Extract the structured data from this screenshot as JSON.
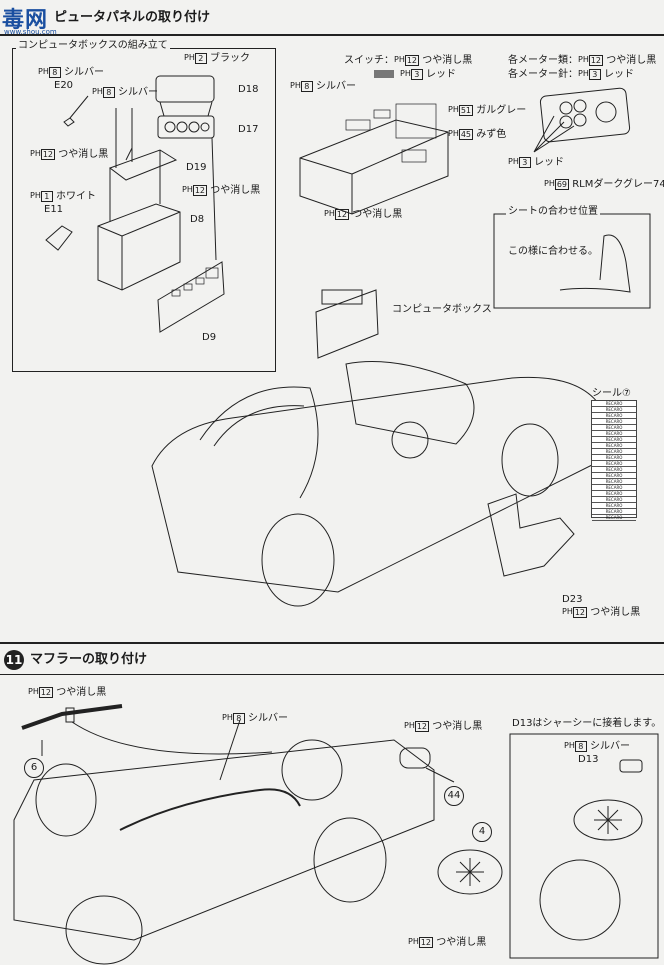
{
  "watermark": {
    "main": "毒网",
    "sub": "www.shou.com"
  },
  "section10": {
    "title": "ピュータパネルの取り付け",
    "sub_box_title": "コンピュータボックスの組み立て",
    "labels": {
      "black": "ブラック",
      "silver": "シルバー",
      "silver2": "シルバー",
      "matte_black_a": "つや消し黒",
      "matte_black_b": "つや消し黒",
      "white": "ホワイト",
      "e20": "E20",
      "e11": "E11",
      "d18": "D18",
      "d17": "D17",
      "d19": "D19",
      "d8": "D8",
      "d9": "D9"
    },
    "paint_nums": {
      "black": "2",
      "silver": "8",
      "silver2": "8",
      "matte_a": "12",
      "matte_b": "12",
      "white": "1"
    },
    "ph": "PH"
  },
  "panel_callouts": {
    "silver": "シルバー",
    "silver_num": "8",
    "switch": "スイッチ：",
    "switch_matte": "つや消し黒",
    "switch_num": "12",
    "red": "レッド",
    "red_num": "3",
    "gull_gray": "ガルグレー",
    "gull_num": "51",
    "mizu": "みず色",
    "mizu_num": "45",
    "matte_black": "つや消し黒",
    "matte_num": "12"
  },
  "meter_callouts": {
    "meters": "各メーター類：",
    "meters_color": "つや消し黒",
    "meters_num": "12",
    "needles": "各メーター針：",
    "needles_color": "レッド",
    "needles_num": "3",
    "red": "レッド",
    "red_num": "3",
    "rlm": "RLMダークグレー74",
    "rlm_num": "69"
  },
  "seat_box": {
    "title": "シートの合わせ位置",
    "note": "この様に合わせる。"
  },
  "computer_box_label": "コンピュータボックス",
  "seal": {
    "label": "シール",
    "num": "⑦",
    "rows": [
      "RECARO",
      "RECARO",
      "RECARO",
      "RECARO",
      "RECARO",
      "RECARO",
      "RECARO",
      "RECARO",
      "RECARO",
      "RECARO",
      "RECARO",
      "RECARO",
      "RECARO",
      "RECARO",
      "RECARO",
      "RECARO",
      "RECARO",
      "RECARO",
      "RECARO",
      "RECARO"
    ]
  },
  "seat_part": {
    "part": "D23",
    "color": "つや消し黒",
    "num": "12"
  },
  "section11": {
    "step": "11",
    "title": "マフラーの取り付け",
    "matte_black_1": "つや消し黒",
    "matte_num_1": "12",
    "silver": "シルバー",
    "silver_num": "8",
    "matte_black_2": "つや消し黒",
    "matte_num_2": "12",
    "matte_black_3": "つや消し黒",
    "matte_num_3": "12",
    "ref6": "6",
    "ref44": "44",
    "ref4": "4",
    "note_d13": "D13はシャーシーに接着します。",
    "inset_silver": "シルバー",
    "inset_silver_num": "8",
    "inset_part": "D13"
  }
}
